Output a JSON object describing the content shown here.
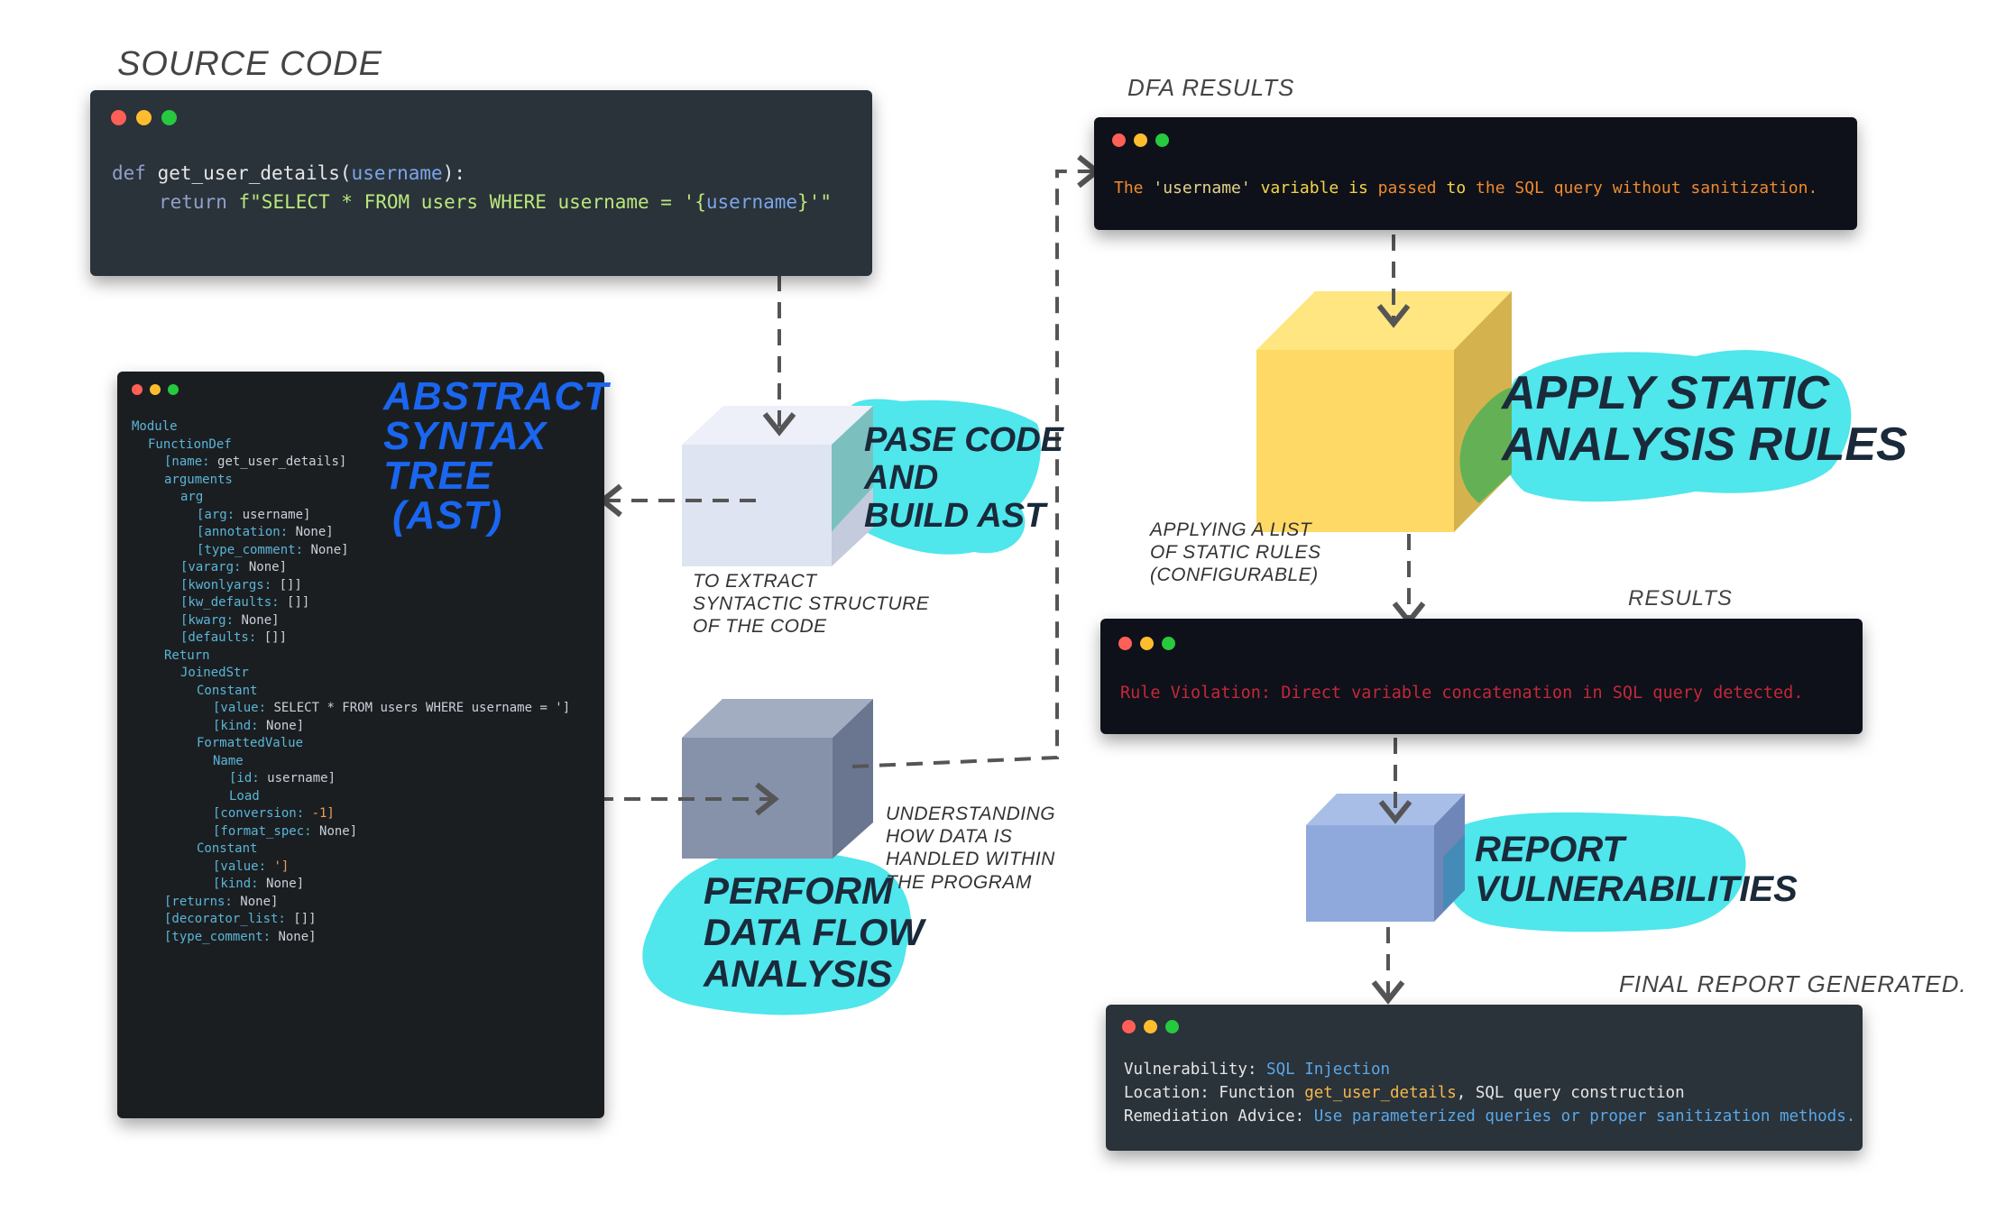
{
  "titles": {
    "source_code": "SOURCE CODE",
    "dfa_results": "DFA RESULTS",
    "results": "RESULTS",
    "final_report": "FINAL REPORT GENERATED."
  },
  "source_code": {
    "line1_kw": "def",
    "line1_name": "get_user_details",
    "line1_paren_open": "(",
    "line1_param": "username",
    "line1_paren_close": "):",
    "line2_kw": "return",
    "line2_str_a": "f\"SELECT * FROM users WHERE username = '{",
    "line2_var": "username",
    "line2_str_b": "}'\""
  },
  "ast": {
    "title": "ABSTRACT SYNTAX TREE (AST)",
    "title_lines": [
      "ABSTRACT",
      "SYNTAX",
      "TREE",
      "(AST)"
    ],
    "lines": [
      {
        "indent": 0,
        "key": "Module",
        "val": ""
      },
      {
        "indent": 1,
        "key": "FunctionDef",
        "val": ""
      },
      {
        "indent": 2,
        "key": "[name: ",
        "val": "get_user_details]"
      },
      {
        "indent": 2,
        "key": "arguments",
        "val": ""
      },
      {
        "indent": 3,
        "key": "arg",
        "val": ""
      },
      {
        "indent": 4,
        "key": "[arg: ",
        "val": "username]"
      },
      {
        "indent": 4,
        "key": "[annotation: ",
        "val": "None]"
      },
      {
        "indent": 4,
        "key": "[type_comment: ",
        "val": "None]"
      },
      {
        "indent": 3,
        "key": "[vararg: ",
        "val": "None]"
      },
      {
        "indent": 3,
        "key": "[kwonlyargs: ",
        "val": "[]]"
      },
      {
        "indent": 3,
        "key": "[kw_defaults: ",
        "val": "[]]"
      },
      {
        "indent": 3,
        "key": "[kwarg: ",
        "val": "None]"
      },
      {
        "indent": 3,
        "key": "[defaults: ",
        "val": "[]]"
      },
      {
        "indent": 2,
        "key": "Return",
        "val": ""
      },
      {
        "indent": 3,
        "key": "JoinedStr",
        "val": ""
      },
      {
        "indent": 4,
        "key": "Constant",
        "val": ""
      },
      {
        "indent": 5,
        "key": "[value: ",
        "val": "SELECT * FROM users WHERE username = ']"
      },
      {
        "indent": 5,
        "key": "[kind: ",
        "val": "None]"
      },
      {
        "indent": 4,
        "key": "FormattedValue",
        "val": ""
      },
      {
        "indent": 5,
        "key": "Name",
        "val": ""
      },
      {
        "indent": 6,
        "key": "[id: ",
        "val": "username]"
      },
      {
        "indent": 6,
        "key": "Load",
        "val": ""
      },
      {
        "indent": 5,
        "key": "[conversion: ",
        "val": "-1]"
      },
      {
        "indent": 5,
        "key": "[format_spec: ",
        "val": "None]"
      },
      {
        "indent": 4,
        "key": "Constant",
        "val": ""
      },
      {
        "indent": 5,
        "key": "[value: ",
        "val": "']"
      },
      {
        "indent": 5,
        "key": "[kind: ",
        "val": "None]"
      },
      {
        "indent": 2,
        "key": "[returns: ",
        "val": "None]"
      },
      {
        "indent": 2,
        "key": "[decorator_list: ",
        "val": "[]]"
      },
      {
        "indent": 2,
        "key": "[type_comment: ",
        "val": "None]"
      }
    ]
  },
  "steps": {
    "parse": {
      "lines": [
        "PASE CODE",
        "AND",
        "BUILD AST"
      ],
      "note_lines": [
        "TO EXTRACT",
        "SYNTACTIC STRUCTURE",
        "OF THE CODE"
      ]
    },
    "dfa": {
      "lines": [
        "PERFORM",
        "DATA FLOW",
        "ANALYSIS"
      ],
      "note_lines": [
        "UNDERSTANDING",
        "HOW DATA IS",
        "HANDLED WITHIN",
        "THE PROGRAM"
      ]
    },
    "static": {
      "lines": [
        "APPLY STATIC",
        "ANALYSIS RULES"
      ],
      "note_lines": [
        "APPLYING A LIST",
        "OF STATIC RULES",
        "(CONFIGURABLE)"
      ]
    },
    "report": {
      "lines": [
        "REPORT",
        "VULNERABILITIES"
      ]
    }
  },
  "dfa_output": {
    "t1": "The ",
    "t2": "'username'",
    "t3": " variable is ",
    "t4": "passed",
    "t5": " to ",
    "t6": "the SQL query without sanitization."
  },
  "rule_output": "Rule Violation: Direct variable concatenation in SQL query detected.",
  "report_output": {
    "l1_label": "Vulnerability: ",
    "l1_value": "SQL Injection",
    "l2_label": "Location: Function ",
    "l2_value": "get_user_details",
    "l2_rest": ", SQL query construction",
    "l3_label": "Remediation Advice: ",
    "l3_value": "Use parameterized queries or proper sanitization methods."
  },
  "colors": {
    "term_dark": "#0e1119",
    "term_slate": "#2a323a",
    "ast_bg": "#1b1e21",
    "cyan_highlight": "#4fe6ec",
    "ast_title": "#1a66f0",
    "cube_parse": "#dfe4f2",
    "cube_dfa": "#8592aa",
    "cube_static": "#ffd966",
    "cube_report": "#8fa9dc"
  }
}
